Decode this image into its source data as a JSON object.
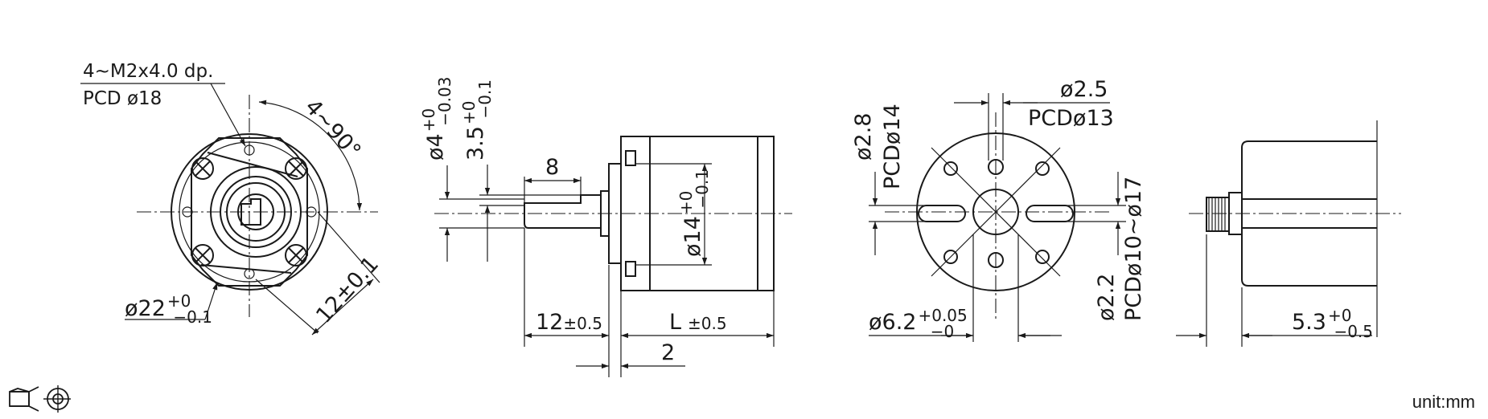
{
  "front_view": {
    "thread_note": "4~M2x4.0  dp.",
    "pcd_note": "PCD  ø18",
    "angle_note": "4~90°",
    "dia_base": "ø22",
    "dia_sup": "+0",
    "dia_sub": "−0.1",
    "spacing": "12±0.1"
  },
  "side_view": {
    "shaft_dia_base": "ø4",
    "shaft_dia_sup": "+0",
    "shaft_dia_sub": "−0.03",
    "flat_base": "3.5",
    "flat_sup": "+0",
    "flat_sub": "−0.1",
    "flat_length": "8",
    "boss_dia_base": "ø14",
    "boss_dia_sup": "+0",
    "boss_dia_sub": "−0.1",
    "shaft_length_base": "12",
    "shaft_length_tol": "±0.5",
    "body_length_base": "L",
    "body_length_tol": "±0.5",
    "boss_thickness": "2"
  },
  "rear_view": {
    "hole_dia": "ø2.5",
    "hole_pcd": "PCDø13",
    "slot_width": "ø2.8",
    "slot_pcd": "PCDø14",
    "slot_range": "PCDø10~ø17",
    "center_dia_base": "ø6.2",
    "center_dia_sup": "+0.05",
    "center_dia_sub": "−0",
    "slot_width2": "ø2.2"
  },
  "end_view": {
    "gear_base": "5.3",
    "gear_sup": "+0",
    "gear_sub": "−0.5"
  },
  "unit": "unit:mm"
}
